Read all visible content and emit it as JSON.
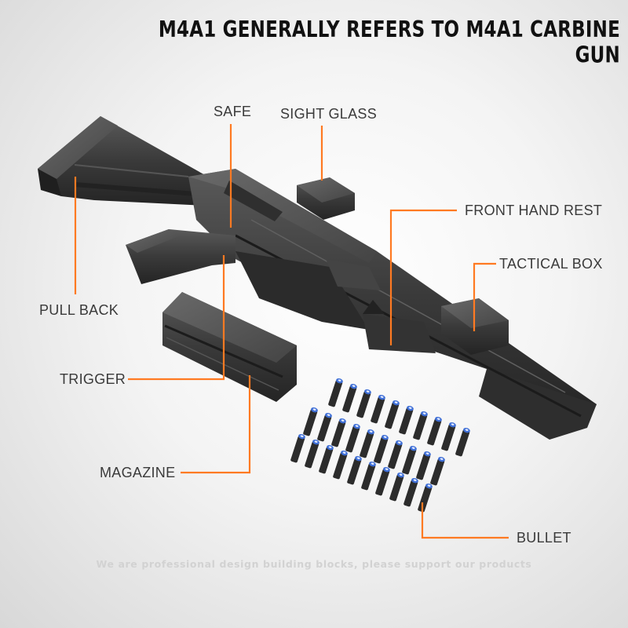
{
  "title": "M4A1 GENERALLY REFERS TO M4A1 CARBINE GUN",
  "labels": {
    "safe": "SAFE",
    "sight_glass": "SIGHT GLASS",
    "front_hand_rest": "FRONT HAND REST",
    "tactical_box": "TACTICAL BOX",
    "pull_back": "PULL BACK",
    "trigger": "TRIGGER",
    "magazine": "MAGAZINE",
    "bullet": "BULLET"
  },
  "footer": "We are professional design building blocks, please support our products",
  "colors": {
    "leader_line": "#ff7a22",
    "brick_dark": "#3a3a3a",
    "bullet_tip": "#3f6fd6"
  }
}
